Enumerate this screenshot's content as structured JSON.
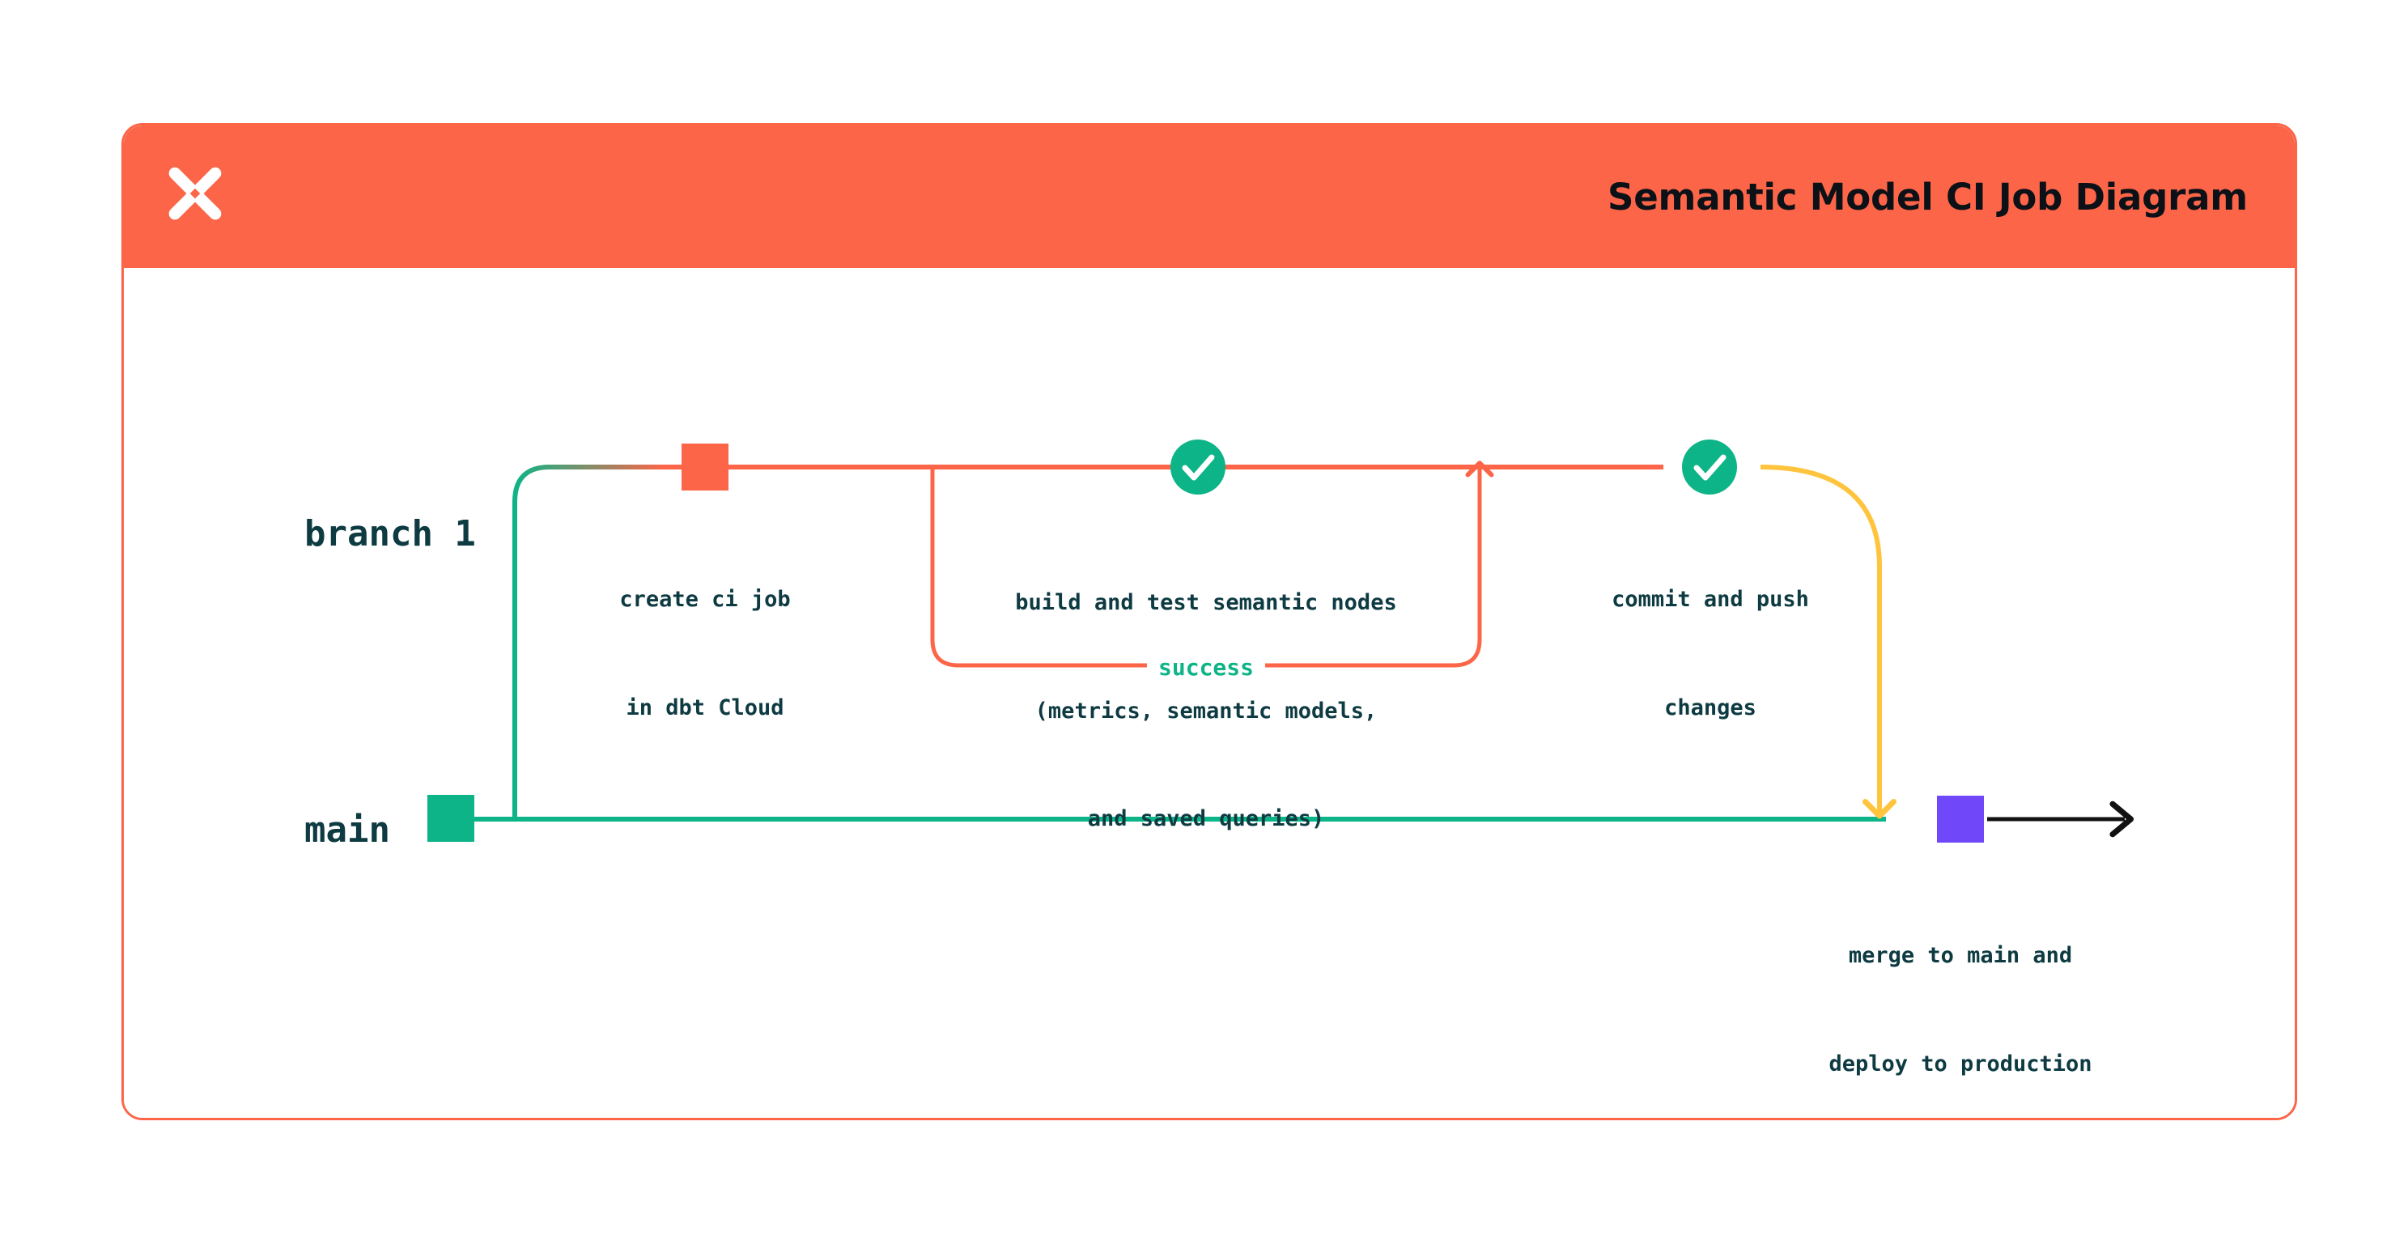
{
  "card": {
    "title": "Semantic Model CI Job Diagram",
    "logo_icon": "dbt-logo-icon",
    "header_color": "#FC6548",
    "border_color": "#FC6548"
  },
  "lanes": [
    {
      "id": "branch-1",
      "label": "branch 1",
      "color": "#FC6548"
    },
    {
      "id": "main",
      "label": "main",
      "color": "#0DB487"
    }
  ],
  "nodes": [
    {
      "id": "create-ci-job",
      "lane": "branch-1",
      "shape": "square",
      "color": "#FC6548",
      "caption_line_1": "create ci job",
      "caption_line_2": "in dbt Cloud"
    },
    {
      "id": "build-and-test",
      "lane": "branch-1",
      "shape": "check-circle",
      "color": "#0DB487",
      "icon": "check-icon",
      "caption_line_1": "build and test semantic nodes",
      "caption_line_2": "(metrics, semantic models,",
      "caption_line_3": "and saved queries)"
    },
    {
      "id": "commit-and-push",
      "lane": "branch-1",
      "shape": "check-circle",
      "color": "#0DB487",
      "icon": "check-icon",
      "caption_line_1": "commit and push",
      "caption_line_2": "changes"
    },
    {
      "id": "merge-to-main",
      "lane": "main",
      "shape": "square",
      "color": "#7048FA",
      "caption_line_1": "merge to main and",
      "caption_line_2": "deploy to production"
    }
  ],
  "edges": [
    {
      "id": "loop-success",
      "label": "success",
      "label_color": "#0DB487",
      "color": "#FC6548",
      "direction": "up"
    },
    {
      "id": "merge-edge",
      "color": "#FFC43D",
      "direction": "down"
    },
    {
      "id": "production-edge",
      "color": "#111111",
      "direction": "right"
    }
  ],
  "colors": {
    "orange": "#FC6548",
    "green": "#0DB487",
    "yellow": "#FFC43D",
    "purple": "#7048FA",
    "ink": "#0E3B42",
    "black": "#111111",
    "white": "#FFFFFF"
  }
}
